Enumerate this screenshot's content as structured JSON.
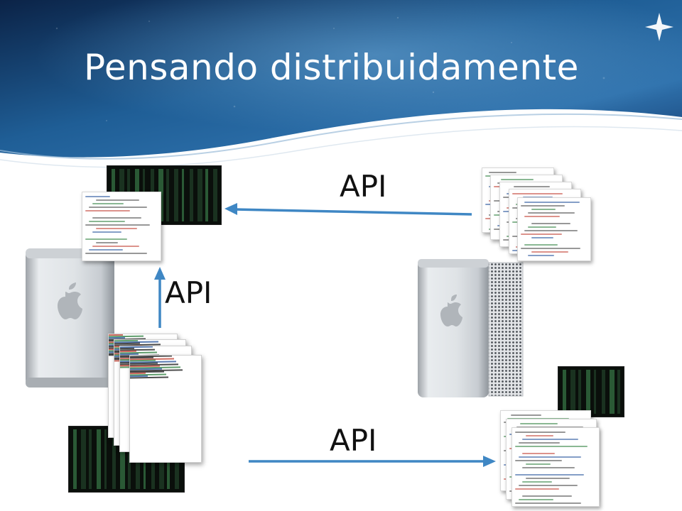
{
  "slide": {
    "title": "Pensando distribuidamente",
    "api_labels": {
      "top": "API",
      "middle": "API",
      "bottom": "API"
    }
  },
  "colors": {
    "header_dark": "#0b2347",
    "header_mid": "#1f5e96",
    "header_light": "#4c8ec3",
    "arrow": "#3f87c4",
    "code_keyword": "#2a7d3b",
    "code_string": "#c0392b",
    "code_class": "#1f4f99"
  }
}
